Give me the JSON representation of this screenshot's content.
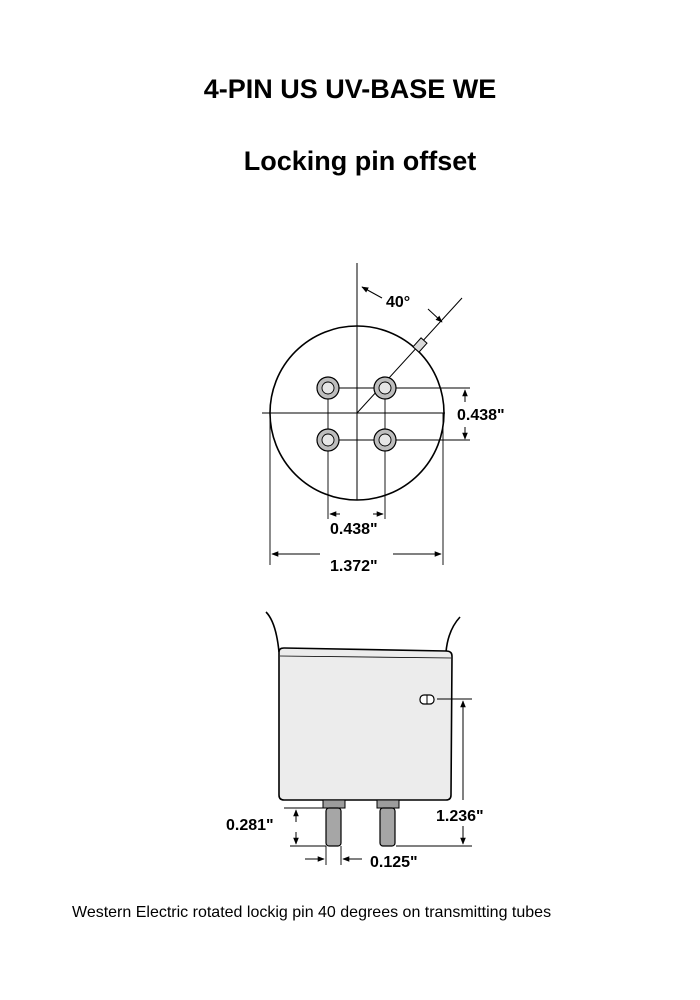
{
  "title": "4-PIN US UV-BASE WE",
  "subtitle": "Locking pin offset",
  "bottom_view": {
    "angle_label": "40°",
    "pin_spacing_vertical_label": "0.438\"",
    "pin_spacing_horizontal_label": "0.438\"",
    "diameter_label": "1.372\""
  },
  "side_view": {
    "pin_length_label": "0.281\"",
    "locking_pin_height_label": "1.236\"",
    "pin_diameter_label": "0.125\""
  },
  "caption": "Western Electric rotated lockig pin 40 degrees on transmitting tubes"
}
